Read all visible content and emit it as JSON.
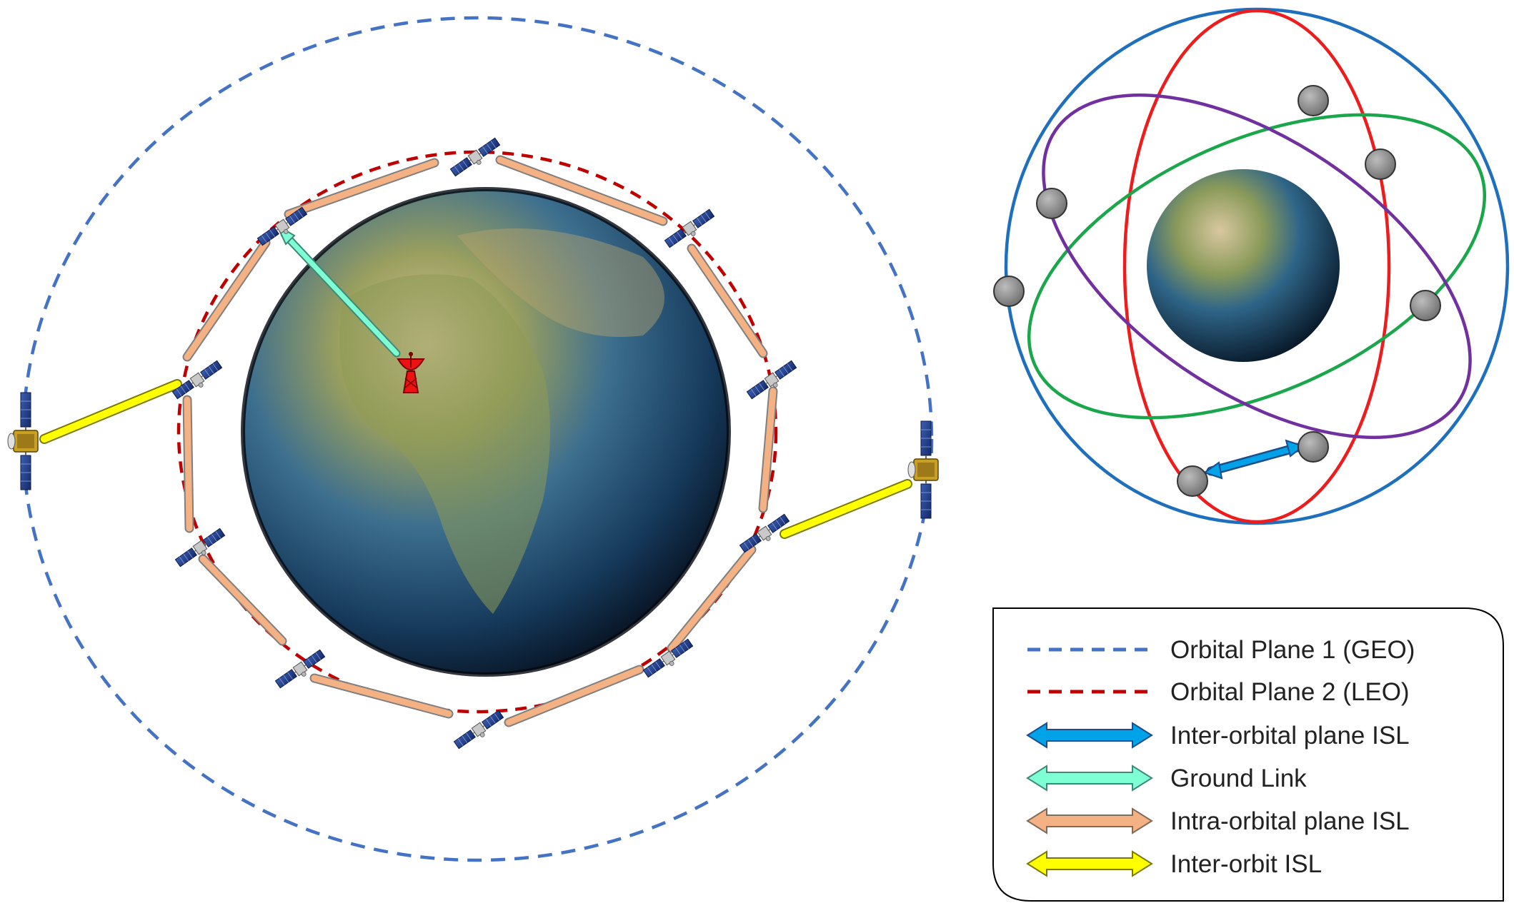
{
  "legend": {
    "items": [
      {
        "label": "Orbital Plane 1 (GEO)",
        "kind": "dashed-line",
        "color": "#4472c4"
      },
      {
        "label": "Orbital Plane 2 (LEO)",
        "kind": "dashed-line",
        "color": "#c00000"
      },
      {
        "label": "Inter-orbital plane ISL",
        "kind": "double-arrow",
        "color": "#00a2e8"
      },
      {
        "label": "Ground Link",
        "kind": "double-arrow",
        "color": "#7fffd4"
      },
      {
        "label": "Intra-orbital plane ISL",
        "kind": "double-arrow",
        "color": "#f4b183"
      },
      {
        "label": "Inter-orbit ISL",
        "kind": "double-arrow",
        "color": "#ffff00"
      }
    ]
  },
  "icons": {
    "earth": "earth-globe-icon",
    "leo_satellite": "satellite-icon",
    "geo_satellite": "geo-satellite-icon",
    "ground_station": "ground-station-dish-icon",
    "node": "satellite-node-icon"
  },
  "colors": {
    "geo_orbit": "#4472c4",
    "leo_orbit": "#c00000",
    "orbit_blue": "#1f6fbf",
    "orbit_red": "#ee1c1c",
    "orbit_green": "#1aa64a",
    "orbit_purple": "#7030a0"
  }
}
